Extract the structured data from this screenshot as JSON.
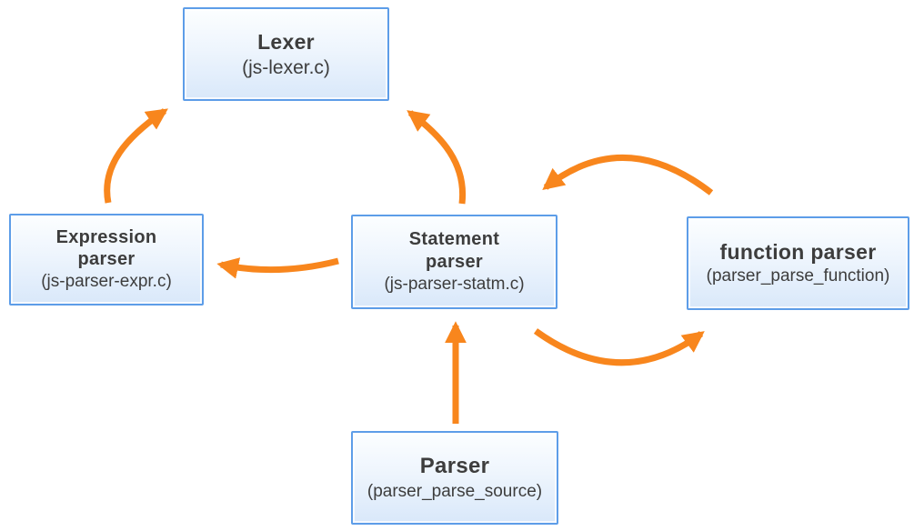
{
  "diagram": {
    "description": "Parser architecture call-flow diagram",
    "colors": {
      "arrow": "#f8861d",
      "box_border": "#5d9de8",
      "box_fill_top": "#fcfeff",
      "box_fill_bottom": "#d9e8fa",
      "text": "#3d3d3d",
      "background": "#ffffff"
    },
    "nodes": [
      {
        "id": "lexer",
        "title_lines": [
          "Lexer"
        ],
        "title": "Lexer",
        "subtitle": "(js-lexer.c)"
      },
      {
        "id": "expression-parser",
        "title_lines": [
          "Expression",
          "parser"
        ],
        "title": "Expression parser",
        "subtitle": "(js-parser-expr.c)"
      },
      {
        "id": "statement-parser",
        "title_lines": [
          "Statement",
          "parser"
        ],
        "title": "Statement parser",
        "subtitle": "(js-parser-statm.c)"
      },
      {
        "id": "function-parser",
        "title_lines": [
          "function parser"
        ],
        "title": "function parser",
        "subtitle": "(parser_parse_function)"
      },
      {
        "id": "parser",
        "title_lines": [
          "Parser"
        ],
        "title": "Parser",
        "subtitle": "(parser_parse_source)"
      }
    ],
    "edges": [
      {
        "from": "expression-parser",
        "to": "lexer"
      },
      {
        "from": "statement-parser",
        "to": "lexer"
      },
      {
        "from": "statement-parser",
        "to": "expression-parser"
      },
      {
        "from": "function-parser",
        "to": "statement-parser"
      },
      {
        "from": "statement-parser",
        "to": "function-parser"
      },
      {
        "from": "parser",
        "to": "statement-parser"
      }
    ]
  }
}
